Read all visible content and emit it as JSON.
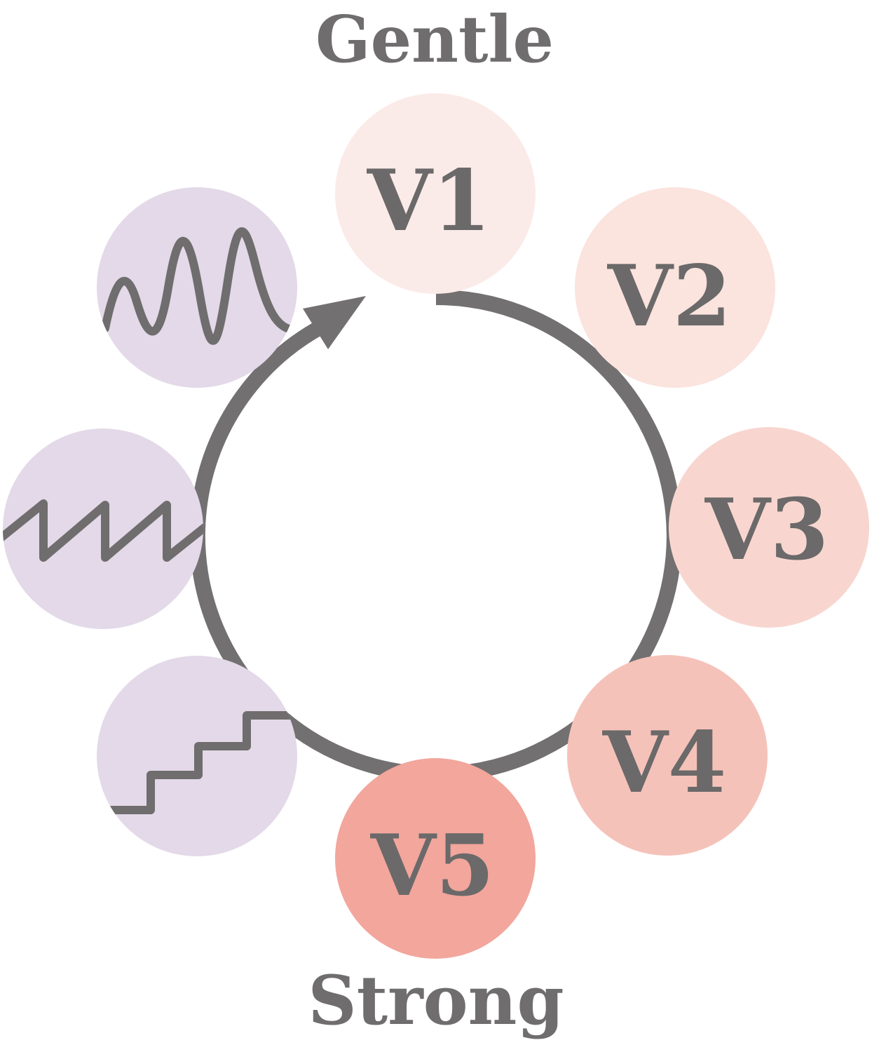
{
  "labels": {
    "top": "Gentle",
    "bottom": "Strong"
  },
  "levels": [
    {
      "label": "V1",
      "color": "#fbebe8"
    },
    {
      "label": "V2",
      "color": "#fbe3de"
    },
    {
      "label": "V3",
      "color": "#f8d6cf"
    },
    {
      "label": "V4",
      "color": "#f5c2b9"
    },
    {
      "label": "V5",
      "color": "#f2a69c"
    }
  ],
  "modes": [
    {
      "name": "sine-wave-icon",
      "color": "#e3d9e8"
    },
    {
      "name": "sawtooth-wave-icon",
      "color": "#e3d9e8"
    },
    {
      "name": "staircase-wave-icon",
      "color": "#e3d9e8"
    }
  ],
  "ring_color": "#727070"
}
